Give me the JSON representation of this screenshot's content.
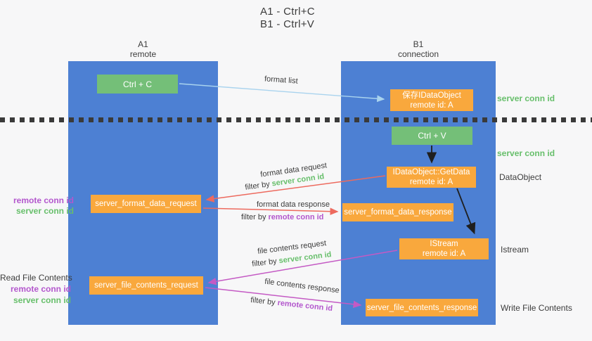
{
  "title": {
    "line1": "A1 - Ctrl+C",
    "line2": "B1 - Ctrl+V"
  },
  "columns": {
    "a": {
      "name": "A1",
      "subtitle": "remote"
    },
    "b": {
      "name": "B1",
      "subtitle": "connection"
    }
  },
  "nodes": {
    "ctrl_c": {
      "label": "Ctrl + C"
    },
    "ctrl_v": {
      "label": "Ctrl + V"
    },
    "save_idataobject": {
      "line1": "保存IDataObject",
      "line2": "remote id: A"
    },
    "idataobject_getdata": {
      "line1": "IDataObject::GetData",
      "line2": "remote id: A"
    },
    "server_format_data_request": {
      "label": "server_format_data_request"
    },
    "server_format_data_response": {
      "label": "server_format_data_response"
    },
    "istream": {
      "line1": "IStream",
      "line2": "remote id: A"
    },
    "server_file_contents_request": {
      "label": "server_file_contents_request"
    },
    "server_file_contents_response": {
      "label": "server_file_contents_response"
    }
  },
  "arrow_labels": {
    "format_list": "format list",
    "format_data_request": "format data request",
    "format_data_response": "format data response",
    "file_contents_request": "file contents request",
    "file_contents_response": "file contents response",
    "filter_by": "filter by",
    "server_conn_id": "server conn id",
    "remote_conn_id": "remote conn id"
  },
  "side_labels": {
    "server_conn_id_top": "server conn id",
    "server_conn_id_mid": "server conn id",
    "dataobject": "DataObject",
    "istream": "Istream",
    "write_file_contents": "Write File Contents",
    "read_file_contents": "Read File Contents",
    "remote_conn_id_left_top": "remote conn id",
    "server_conn_id_left_top": "server conn id",
    "remote_conn_id_left_bottom": "remote conn id",
    "server_conn_id_left_bottom": "server conn id"
  },
  "colors": {
    "column_blue": "#4d80d3",
    "node_green": "#74bf78",
    "node_orange": "#f9a83d",
    "arrow_light_blue": "#a9d3ee",
    "arrow_red": "#ed6a5e",
    "arrow_purple": "#c45ac4",
    "arrow_black": "#1f1f1f",
    "text_green": "#67bf6b",
    "text_purple": "#b357cd",
    "divider_dark": "#3a3a3a"
  }
}
